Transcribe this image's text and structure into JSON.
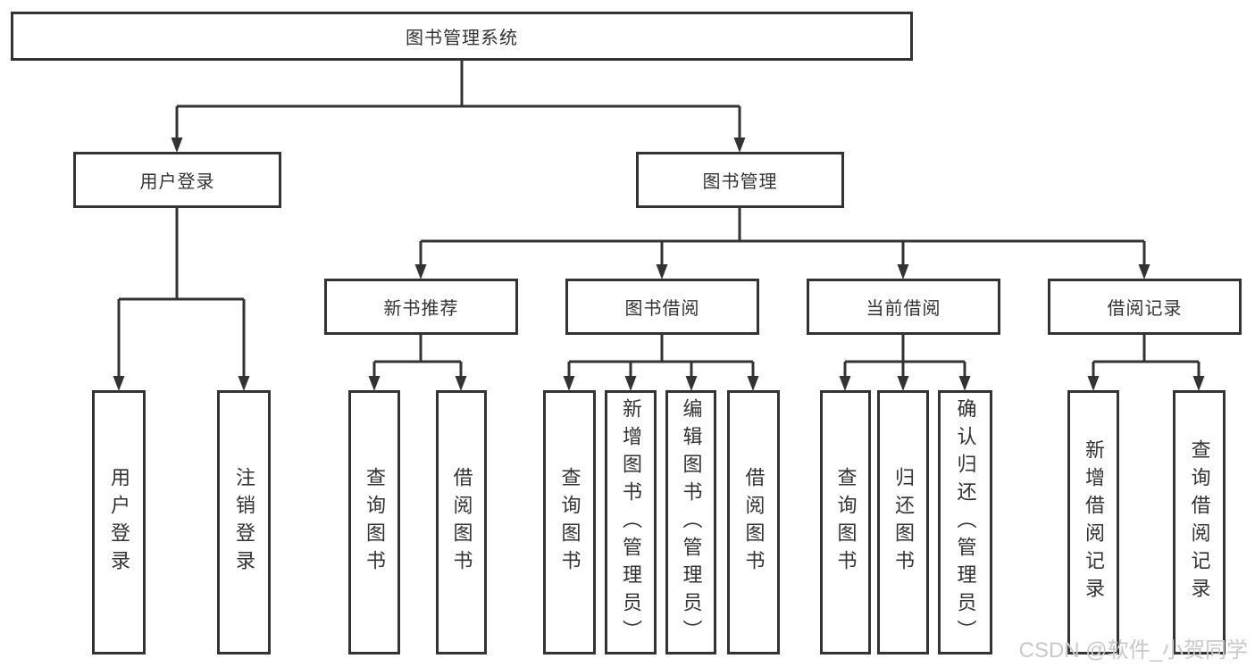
{
  "diagram": {
    "root": {
      "label": "图书管理系统"
    },
    "level2": [
      {
        "label": "用户登录"
      },
      {
        "label": "图书管理"
      }
    ],
    "level3": [
      {
        "label": "新书推荐"
      },
      {
        "label": "图书借阅"
      },
      {
        "label": "当前借阅"
      },
      {
        "label": "借阅记录"
      }
    ],
    "leaves": [
      {
        "label": "用户登录"
      },
      {
        "label": "注销登录"
      },
      {
        "label": "查询图书"
      },
      {
        "label": "借阅图书"
      },
      {
        "label": "查询图书"
      },
      {
        "label": "新增图书（管理员）"
      },
      {
        "label": "编辑图书（管理员）"
      },
      {
        "label": "借阅图书"
      },
      {
        "label": "查询图书"
      },
      {
        "label": "归还图书"
      },
      {
        "label": "确认归还（管理员）"
      },
      {
        "label": "新增借阅记录"
      },
      {
        "label": "查询借阅记录"
      }
    ]
  },
  "watermark": {
    "text": "CSDN @软件_小贺同学"
  },
  "colors": {
    "line": "#333333",
    "box_border": "#333333",
    "text": "#333333",
    "watermark": "#c9c9c9",
    "background": "#ffffff"
  }
}
